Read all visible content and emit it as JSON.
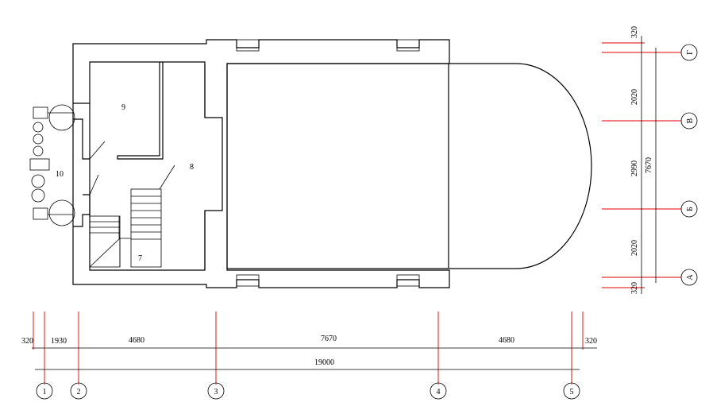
{
  "rooms": [
    "9",
    "8",
    "10",
    "7"
  ],
  "axes_horizontal": [
    "1",
    "2",
    "3",
    "4",
    "5"
  ],
  "axes_vertical": [
    "Г",
    "В",
    "Б",
    "А"
  ],
  "dims_horizontal": {
    "row1": [
      "320",
      "1930",
      "4680",
      "7670",
      "4680",
      "320"
    ],
    "total": "19000"
  },
  "dims_vertical": {
    "segments": [
      "320",
      "2020",
      "2990",
      "2020",
      "320"
    ],
    "total": "7670"
  },
  "colors": {
    "axis": "#e00000",
    "line": "#000000"
  }
}
